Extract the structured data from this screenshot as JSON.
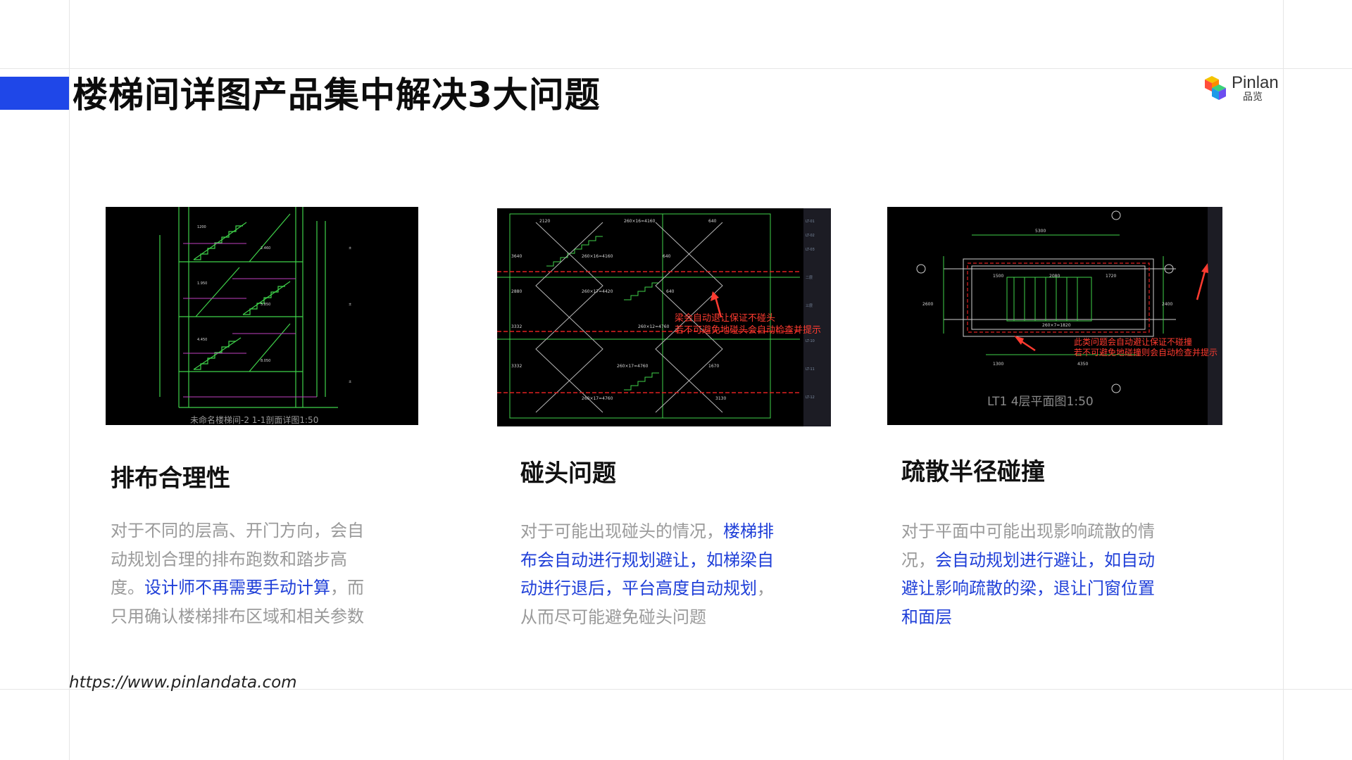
{
  "page": {
    "title": "楼梯间详图产品集中解决3大问题",
    "url": "https://www.pinlandata.com"
  },
  "logo": {
    "name": "Pinlan",
    "sub": "品览"
  },
  "colors": {
    "accent": "#1f47e8",
    "highlight": "#1f3fd8",
    "body_text": "#9a9a9a",
    "cad_green": "#3fd24a",
    "cad_red": "#ff3b30"
  },
  "cards": [
    {
      "title": "排布合理性",
      "image": {
        "caption": "未命名楼梯间-2 1-1剖面详图1:50"
      },
      "desc": [
        [
          {
            "t": "对于不同的层高、开门方向，会自",
            "hl": false
          }
        ],
        [
          {
            "t": "动规划合理的排布跑数和踏步高",
            "hl": false
          }
        ],
        [
          {
            "t": "度。",
            "hl": false
          },
          {
            "t": "设计师不再需要手动计算",
            "hl": true
          },
          {
            "t": "，而",
            "hl": false
          }
        ],
        [
          {
            "t": "只用确认楼梯排布区域和相关参数",
            "hl": false
          }
        ]
      ]
    },
    {
      "title": "碰头问题",
      "image": {
        "note_line1": "梁会自动退让保证不碰头",
        "note_line2": "若不可避免地碰头会自动检查并提示"
      },
      "desc": [
        [
          {
            "t": "对于可能出现碰头的情况，",
            "hl": false
          },
          {
            "t": "楼梯排",
            "hl": true
          }
        ],
        [
          {
            "t": "布会自动进行规划避让，如梯梁自",
            "hl": true
          }
        ],
        [
          {
            "t": "动进行退后，平台高度自动规划",
            "hl": true
          },
          {
            "t": "，",
            "hl": false
          }
        ],
        [
          {
            "t": "从而尽可能避免碰头问题",
            "hl": false
          }
        ]
      ]
    },
    {
      "title": "疏散半径碰撞",
      "image": {
        "caption": "LT1  4层平面图1:50",
        "note_line1": "此类问题会自动避让保证不碰撞",
        "note_line2": "若不可避免地碰撞则会自动检查并提示"
      },
      "desc": [
        [
          {
            "t": "对于平面中可能出现影响疏散的情",
            "hl": false
          }
        ],
        [
          {
            "t": "况，",
            "hl": false
          },
          {
            "t": "会自动规划进行避让，如自动",
            "hl": true
          }
        ],
        [
          {
            "t": "避让影响疏散的梁，退让门窗位置",
            "hl": true
          }
        ],
        [
          {
            "t": "和面层",
            "hl": true
          }
        ]
      ]
    }
  ]
}
